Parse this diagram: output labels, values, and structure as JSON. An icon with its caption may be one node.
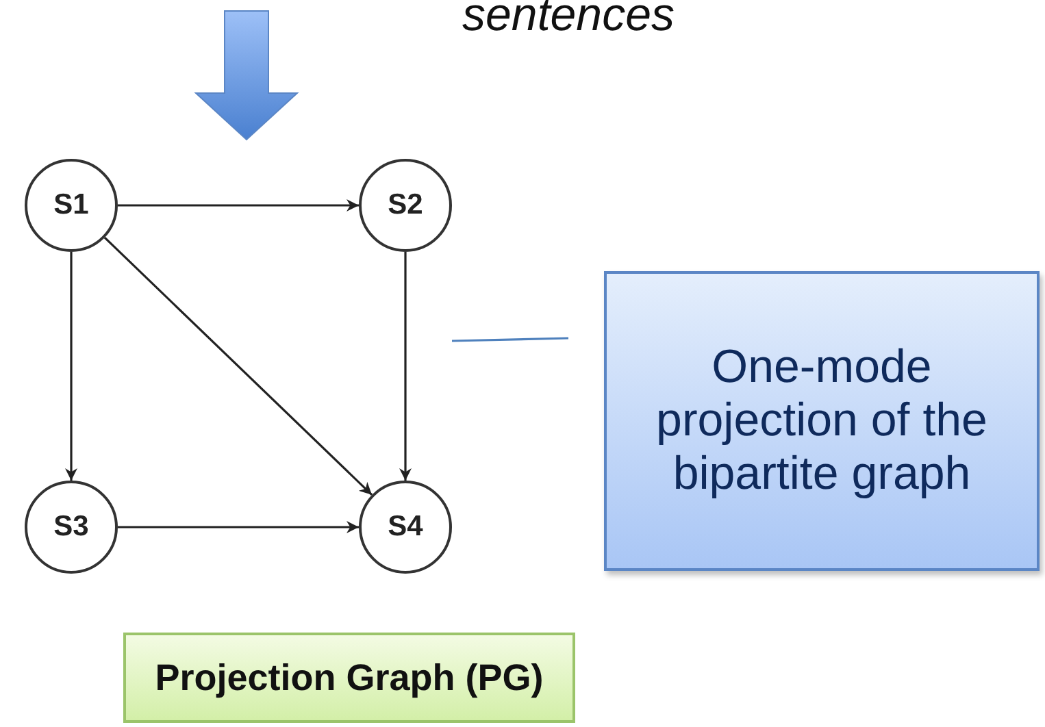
{
  "diagram": {
    "title": "sentences",
    "nodes": [
      {
        "text": [
          "S1"
        ]
      },
      {
        "text": [
          "S2"
        ]
      },
      {
        "text": [
          "S3"
        ]
      },
      {
        "text": [
          "S4"
        ]
      },
      {
        "text": [
          "One-mode projection of the bipartite graph"
        ]
      },
      {
        "text": [
          "Projection Graph (PG)"
        ]
      }
    ],
    "edges": [
      {
        "from": 0,
        "to": 1,
        "arrow": "to"
      },
      {
        "from": 0,
        "to": 2,
        "arrow": "to"
      },
      {
        "from": 0,
        "to": 3,
        "arrow": "to"
      },
      {
        "from": 1,
        "to": 3,
        "arrow": "to"
      },
      {
        "from": 2,
        "to": 3,
        "arrow": "to"
      }
    ]
  }
}
